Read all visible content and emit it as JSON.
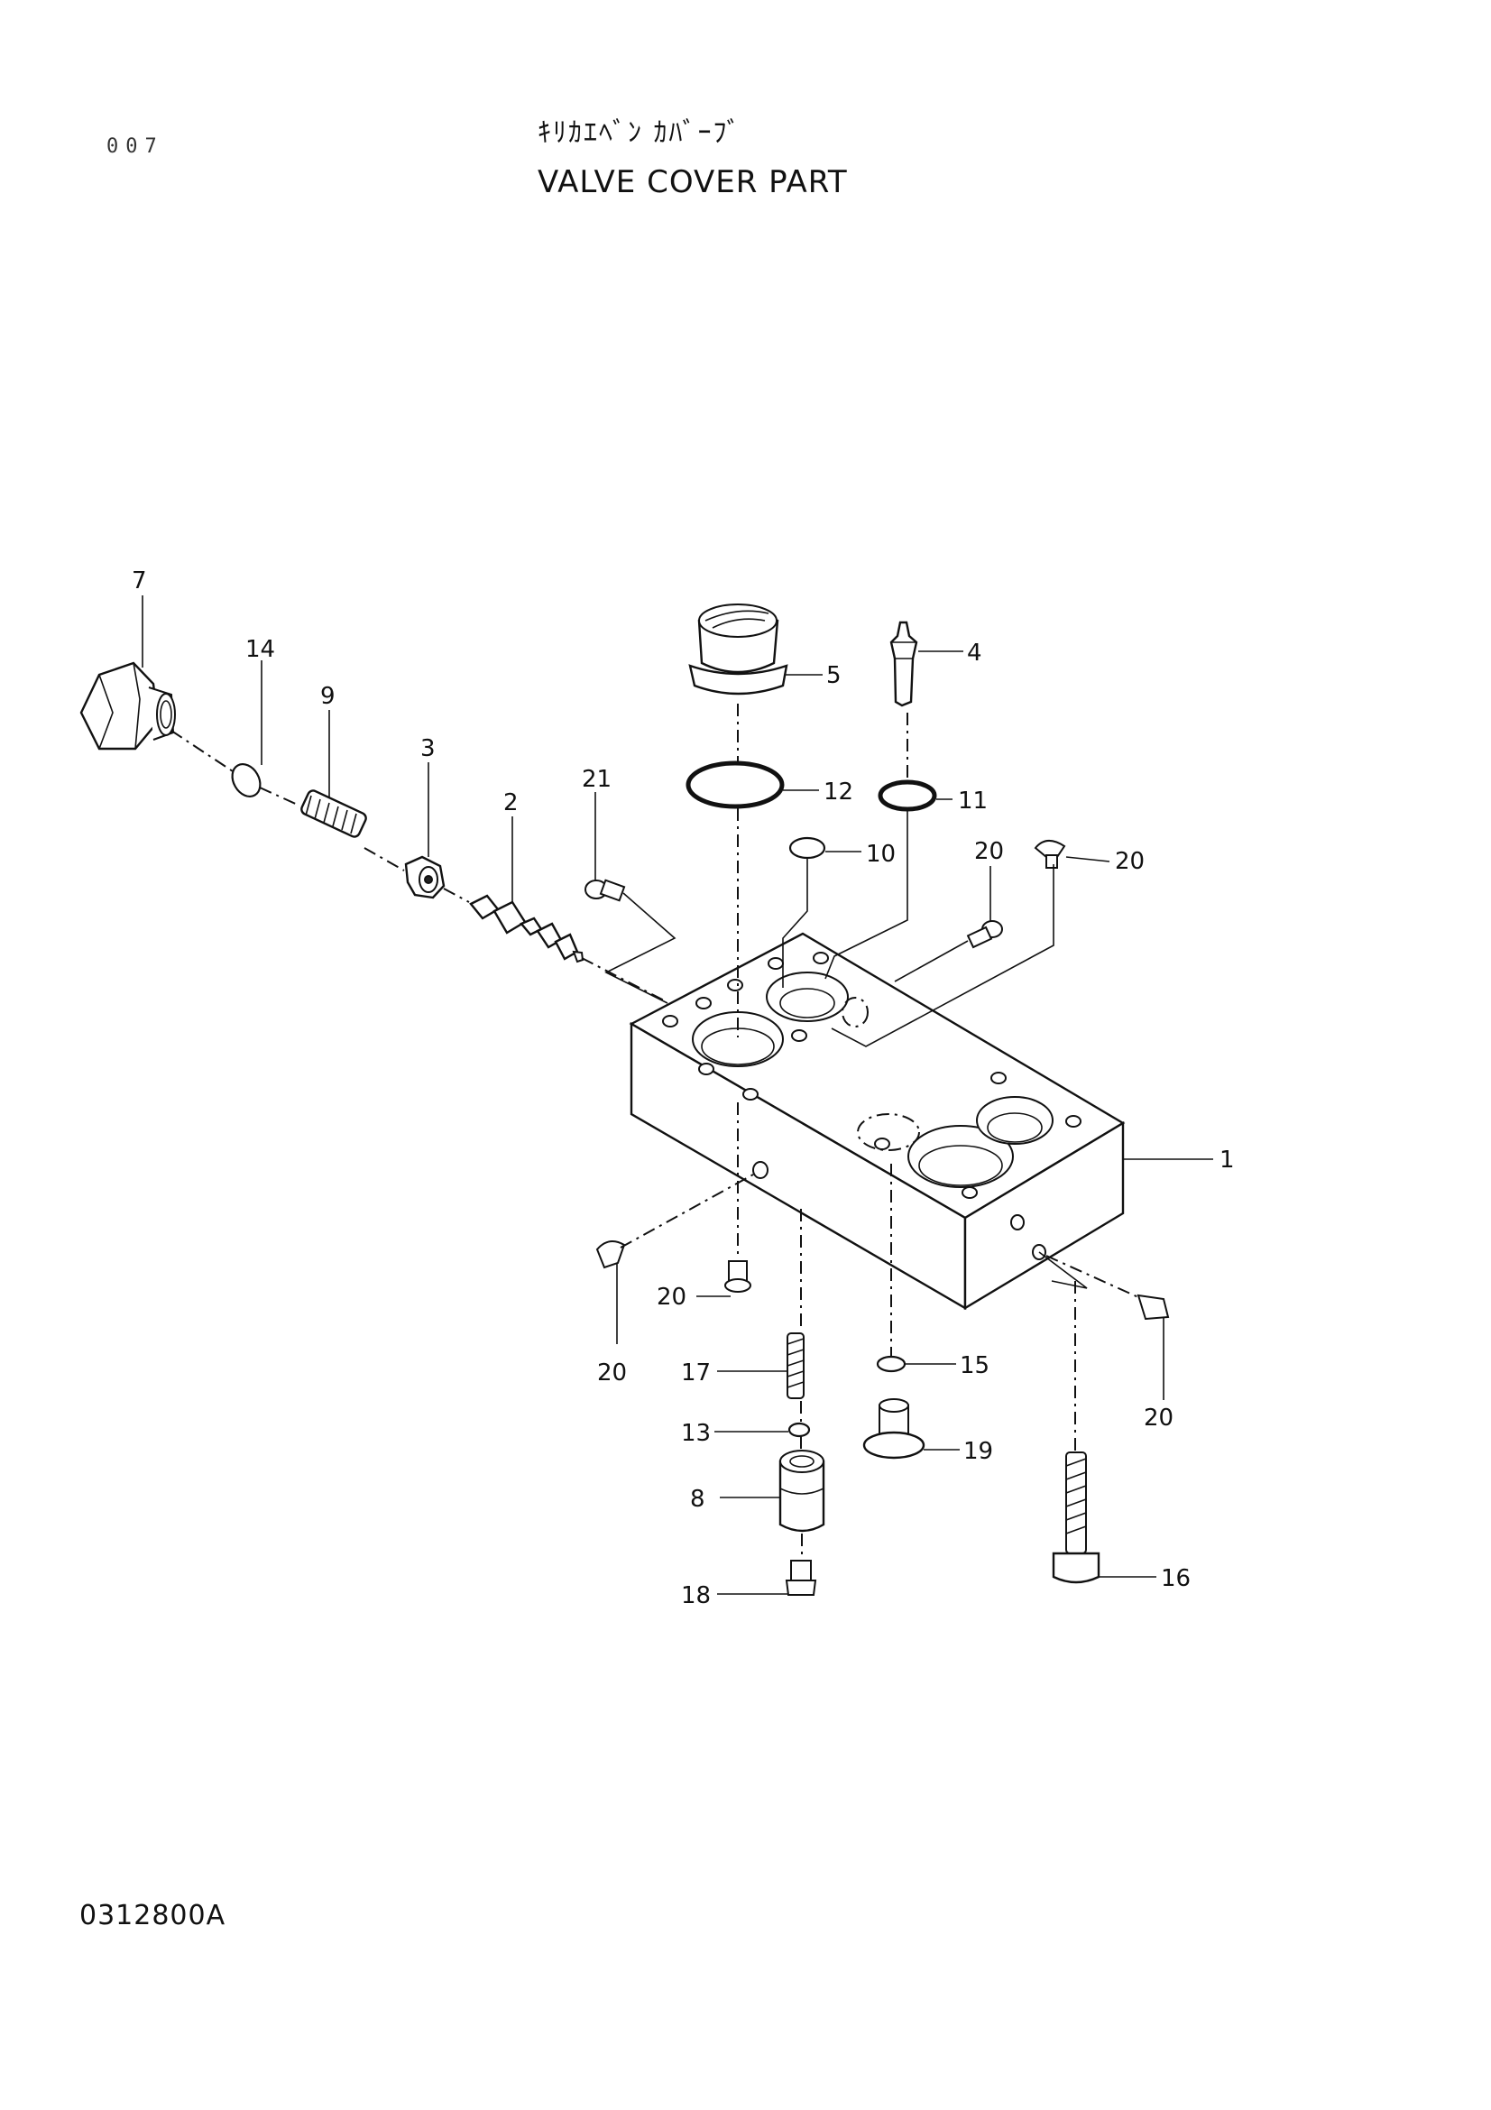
{
  "header": {
    "page_number": "007",
    "title_jp": "ｷﾘｶｴﾍﾞﾝ ｶﾊﾞｰﾌﾞ",
    "title_en": "VALVE COVER PART"
  },
  "footer": {
    "drawing_code": "0312800A"
  },
  "callouts": {
    "c1": "1",
    "c2": "2",
    "c3": "3",
    "c4": "4",
    "c5": "5",
    "c7": "7",
    "c8": "8",
    "c9": "9",
    "c10": "10",
    "c11": "11",
    "c12": "12",
    "c13": "13",
    "c14": "14",
    "c15": "15",
    "c16": "16",
    "c17": "17",
    "c18": "18",
    "c19": "19",
    "c21": "21",
    "c20a": "20",
    "c20b": "20",
    "c20c": "20",
    "c20d": "20",
    "c20e": "20"
  }
}
